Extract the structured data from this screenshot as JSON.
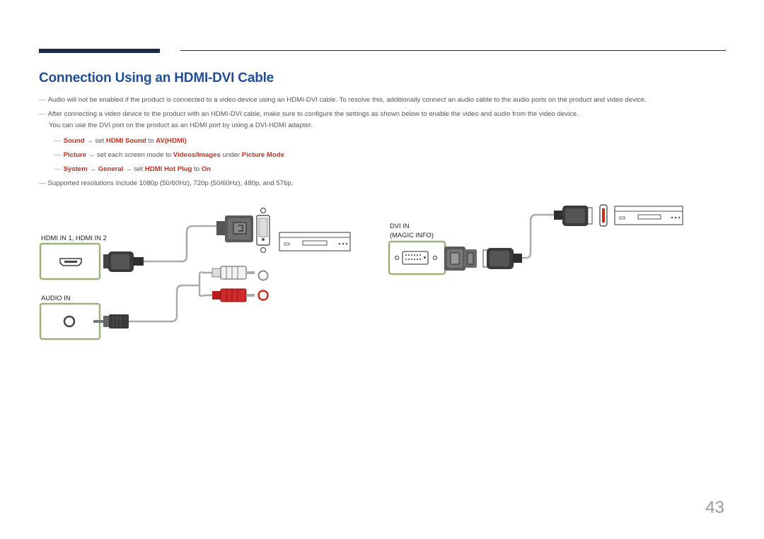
{
  "title": "Connection Using an HDMI-DVI Cable",
  "notes": {
    "audio": "Audio will not be enabled if the product is connected to a video device using an HDMI-DVI cable. To resolve this, additionally connect an audio cable to the audio ports on the product and video device.",
    "settings_line1": "After connecting a video device to the product with an HDMI-DVI cable, make sure to configure the settings as shown below to enable the video and audio from the video device.",
    "settings_line2": "You can use the DVI port on the product as an HDMI port by using a DVI-HDMI adapter.",
    "resolutions": "Supported resolutions include 1080p (50/60Hz), 720p (50/60Hz), 480p, and 576p."
  },
  "steps": {
    "sound": {
      "menu": "Sound",
      "arrow": " → set ",
      "setting": "HDMI Sound",
      "to": " to ",
      "value": "AV(HDMI)"
    },
    "picture": {
      "menu": "Picture",
      "arrow": " → set each screen mode to ",
      "setting": "Videos/Images",
      "to": " under ",
      "value": "Picture Mode"
    },
    "system": {
      "menu": "System",
      "arrow1": " → ",
      "sub": "General",
      "arrow2": " → set ",
      "setting": "HDMI Hot Plug",
      "to": " to ",
      "value": "On"
    }
  },
  "diagram": {
    "hdmi_label": "HDMI IN 1, HDMI IN 2",
    "audio_label": "AUDIO IN",
    "dvi_label_1": "DVI IN",
    "dvi_label_2": "(MAGIC INFO)"
  },
  "page_number": "43",
  "colors": {
    "title": "#1f4e9a",
    "highlight": "#c8301c",
    "port_frame": "#9bb27a",
    "bar": "#1b2a4a"
  }
}
